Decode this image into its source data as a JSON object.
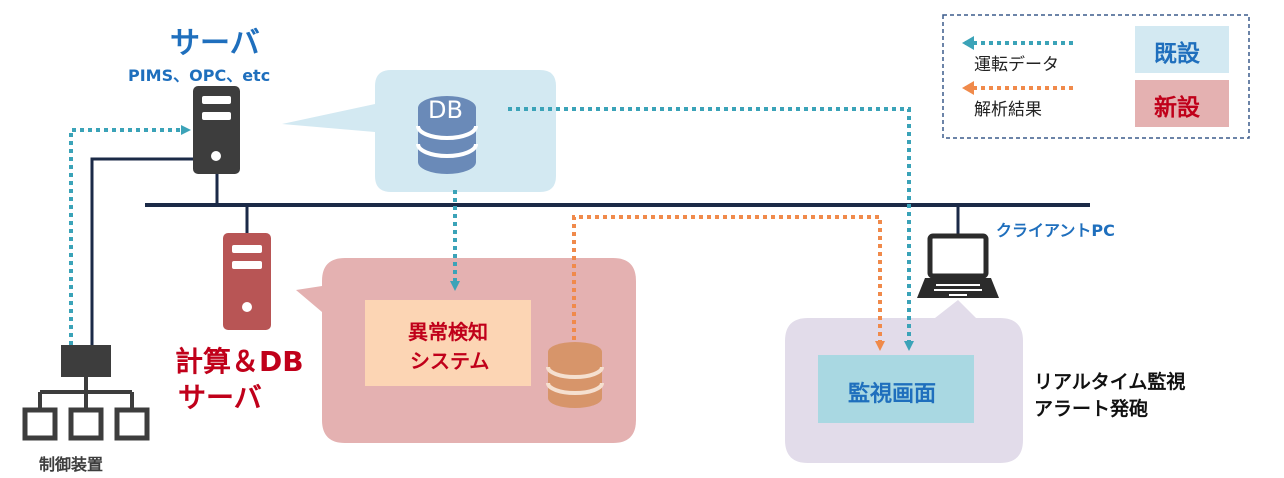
{
  "server": {
    "title": "サーバ",
    "subtitle": "PIMS、OPC、etc"
  },
  "db_label": "DB",
  "calc_server": {
    "line1": "計算＆DB",
    "line2": "サーバ"
  },
  "anomaly_system": {
    "line1": "異常検知",
    "line2": "システム"
  },
  "client_pc": "クライアントPC",
  "monitor_screen": "監視画面",
  "realtime": {
    "line1": "リアルタイム監視",
    "line2": "アラート発砲"
  },
  "control_device": "制御装置",
  "legend": {
    "operation_data": "運転データ",
    "analysis_result": "解析結果",
    "existing": "既設",
    "new": "新設"
  },
  "colors": {
    "existing_blue": "#1f6fbd",
    "new_red": "#c0001a",
    "teal_arrow": "#3ba3b8",
    "orange_arrow": "#f08a4b",
    "bus_navy": "#1b2a47"
  }
}
